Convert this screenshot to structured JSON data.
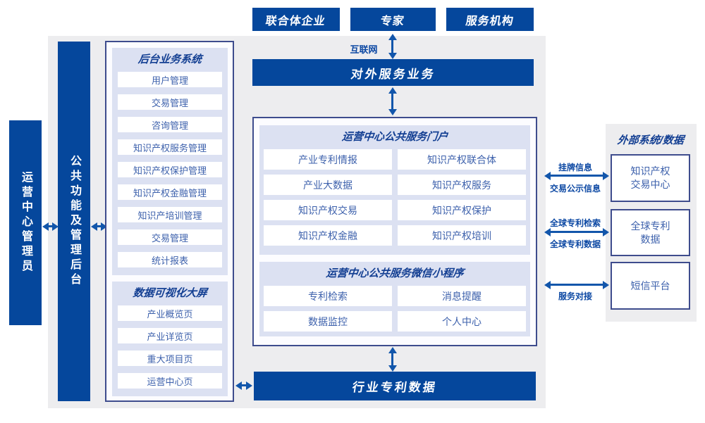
{
  "colors": {
    "primary": "#05479c",
    "arrow": "#1256ab",
    "panel": "#ededef",
    "lavender": "#dce1f2",
    "box_bg": "#fcfcff",
    "border": "#3e4c8d",
    "item_text": "#3d61ac",
    "title_text": "#123e92",
    "label_text": "#0c48a3"
  },
  "top_actors": [
    "联合体企业",
    "专家",
    "服务机构"
  ],
  "labels": {
    "internet": "互联网"
  },
  "bars": {
    "external_service": "对外服务业务",
    "industry_patent_data": "行业专利数据",
    "admin": "运营中心管理员",
    "public_backend": "公共功能及管理后台"
  },
  "backoffice": {
    "title": "后台业务系统",
    "items": [
      "用户管理",
      "交易管理",
      "咨询管理",
      "知识产权服务管理",
      "知识产权保护管理",
      "知识产权金融管理",
      "知识产培训管理",
      "交易管理",
      "统计报表"
    ]
  },
  "dashboard": {
    "title": "数据可视化大屏",
    "items": [
      "产业概览页",
      "产业详览页",
      "重大项目页",
      "运营中心页"
    ]
  },
  "portal": {
    "title": "运营中心公共服务门户",
    "items": [
      "产业专利情报",
      "知识产权联合体",
      "产业大数据",
      "知识产权服务",
      "知识产权交易",
      "知识产权保护",
      "知识产权金融",
      "知识产权培训"
    ]
  },
  "miniprogram": {
    "title": "运营中心公共服务微信小程序",
    "items": [
      "专利检索",
      "消息提醒",
      "数据监控",
      "个人中心"
    ]
  },
  "external": {
    "title": "外部系统/数据",
    "systems": [
      {
        "line1": "知识产权",
        "line2": "交易中心"
      },
      {
        "line1": "全球专利",
        "line2": "数据"
      },
      {
        "line1": "短信平台",
        "line2": ""
      }
    ],
    "links": [
      {
        "top": "挂牌信息",
        "bottom": "交易公示信息"
      },
      {
        "top": "全球专利检索",
        "bottom": "全球专利数据"
      },
      {
        "bottom": "服务对接"
      }
    ]
  }
}
